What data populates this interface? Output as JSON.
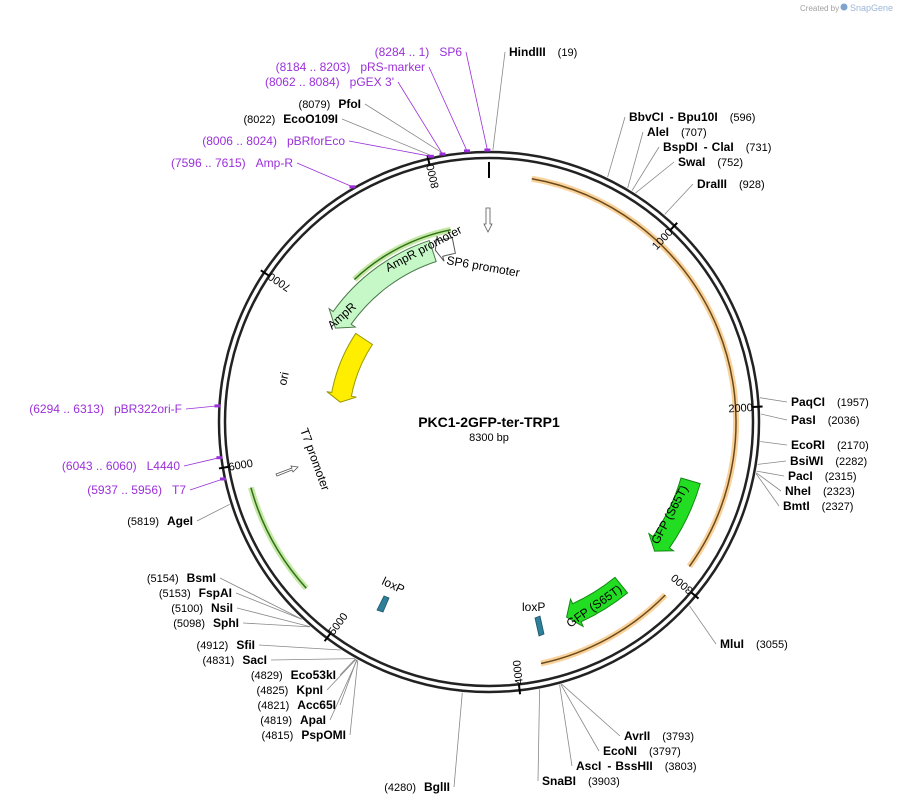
{
  "header": {
    "created_by": "Created by",
    "brand": "SnapGene"
  },
  "plasmid": {
    "name": "PKC1-2GFP-ter-TRP1",
    "size_label": "8300 bp",
    "length": 8300
  },
  "colors": {
    "backbone": "#222222",
    "primer": "#9b30d9",
    "gfp": "#22dd22",
    "ori": "#ffee00",
    "ampr": "#c6f7c6",
    "orf_glow": "#f8c98a",
    "lox": "#2e7f9a"
  },
  "ticks": [
    {
      "pos": 1000,
      "label": "1000"
    },
    {
      "pos": 2000,
      "label": "2000"
    },
    {
      "pos": 3000,
      "label": "3000"
    },
    {
      "pos": 4000,
      "label": "4000"
    },
    {
      "pos": 5000,
      "label": "5000"
    },
    {
      "pos": 6000,
      "label": "6000"
    },
    {
      "pos": 7000,
      "label": "7000"
    },
    {
      "pos": 8000,
      "label": "8000"
    }
  ],
  "enzymes": [
    {
      "name": "HindIII",
      "pos": "(19)",
      "site": 19
    },
    {
      "name": "BbvCI",
      "name2": "Bpu10I",
      "pos": "(596)",
      "site": 596
    },
    {
      "name": "AleI",
      "pos": "(707)",
      "site": 707
    },
    {
      "name": "BspDI",
      "name2": "ClaI",
      "pos": "(731)",
      "site": 731
    },
    {
      "name": "SwaI",
      "pos": "(752)",
      "site": 752
    },
    {
      "name": "DraIII",
      "pos": "(928)",
      "site": 928
    },
    {
      "name": "PaqCI",
      "pos": "(1957)",
      "site": 1957
    },
    {
      "name": "PasI",
      "pos": "(2036)",
      "site": 2036
    },
    {
      "name": "EcoRI",
      "pos": "(2170)",
      "site": 2170
    },
    {
      "name": "BsiWI",
      "pos": "(2282)",
      "site": 2282
    },
    {
      "name": "PacI",
      "pos": "(2315)",
      "site": 2315
    },
    {
      "name": "NheI",
      "pos": "(2323)",
      "site": 2323
    },
    {
      "name": "BmtI",
      "pos": "(2327)",
      "site": 2327
    },
    {
      "name": "MluI",
      "pos": "(3055)",
      "site": 3055
    },
    {
      "name": "AvrII",
      "pos": "(3793)",
      "site": 3793
    },
    {
      "name": "EcoNI",
      "pos": "(3797)",
      "site": 3797
    },
    {
      "name": "AscI",
      "name2": "BssHII",
      "pos": "(3803)",
      "site": 3803
    },
    {
      "name": "SnaBI",
      "pos": "(3903)",
      "site": 3903
    },
    {
      "name": "BglII",
      "pos": "(4280)",
      "site": 4280
    },
    {
      "name": "PspOMI",
      "pos": "(4815)",
      "site": 4815
    },
    {
      "name": "ApaI",
      "pos": "(4819)",
      "site": 4819
    },
    {
      "name": "Acc65I",
      "pos": "(4821)",
      "site": 4821
    },
    {
      "name": "KpnI",
      "pos": "(4825)",
      "site": 4825
    },
    {
      "name": "Eco53kI",
      "pos": "(4829)",
      "site": 4829
    },
    {
      "name": "SacI",
      "pos": "(4831)",
      "site": 4831
    },
    {
      "name": "SfiI",
      "pos": "(4912)",
      "site": 4912
    },
    {
      "name": "SphI",
      "pos": "(5098)",
      "site": 5098
    },
    {
      "name": "NsiI",
      "pos": "(5100)",
      "site": 5100
    },
    {
      "name": "FspAI",
      "pos": "(5153)",
      "site": 5153
    },
    {
      "name": "BsmI",
      "pos": "(5154)",
      "site": 5154
    },
    {
      "name": "AgeI",
      "pos": "(5819)",
      "site": 5819
    },
    {
      "name": "EcoO109I",
      "pos": "(8022)",
      "site": 8022
    },
    {
      "name": "PfoI",
      "pos": "(8079)",
      "site": 8079
    }
  ],
  "primers": [
    {
      "range": "(8284 .. 1)",
      "name": "SP6",
      "site": 8292
    },
    {
      "range": "(8184 .. 8203)",
      "name": "pRS-marker",
      "site": 8193
    },
    {
      "range": "(8062 .. 8084)",
      "name": "pGEX 3'",
      "site": 8073
    },
    {
      "range": "(8006 .. 8024)",
      "name": "pBRforEco",
      "site": 8015
    },
    {
      "range": "(7596 .. 7615)",
      "name": "Amp-R",
      "site": 7605
    },
    {
      "range": "(6294 .. 6313)",
      "name": "pBR322ori-F",
      "site": 6303
    },
    {
      "range": "(6043 .. 6060)",
      "name": "L4440",
      "site": 6051
    },
    {
      "range": "(5937 .. 5956)",
      "name": "T7",
      "site": 5946
    }
  ],
  "features": {
    "sp6_promoter": "SP6 promoter",
    "ampr_promoter": "AmpR promoter",
    "ampr": "AmpR",
    "ori": "ori",
    "t7_promoter": "T7 promoter",
    "gfp1": "GFP (S65T)",
    "gfp2": "GFP (S65T)",
    "loxp1": "loxP",
    "loxp2": "loxP"
  }
}
